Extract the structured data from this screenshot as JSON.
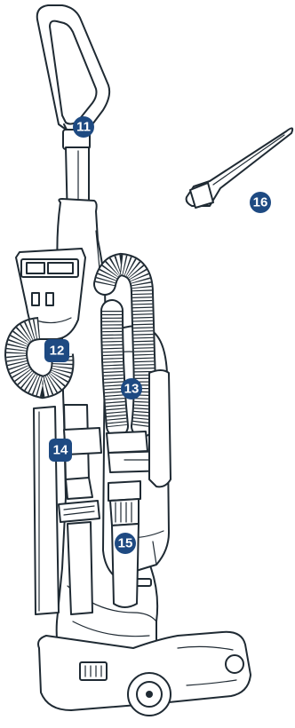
{
  "callouts": [
    "11",
    "12",
    "13",
    "14",
    "15",
    "16"
  ],
  "callout_color": "#1e4a82"
}
